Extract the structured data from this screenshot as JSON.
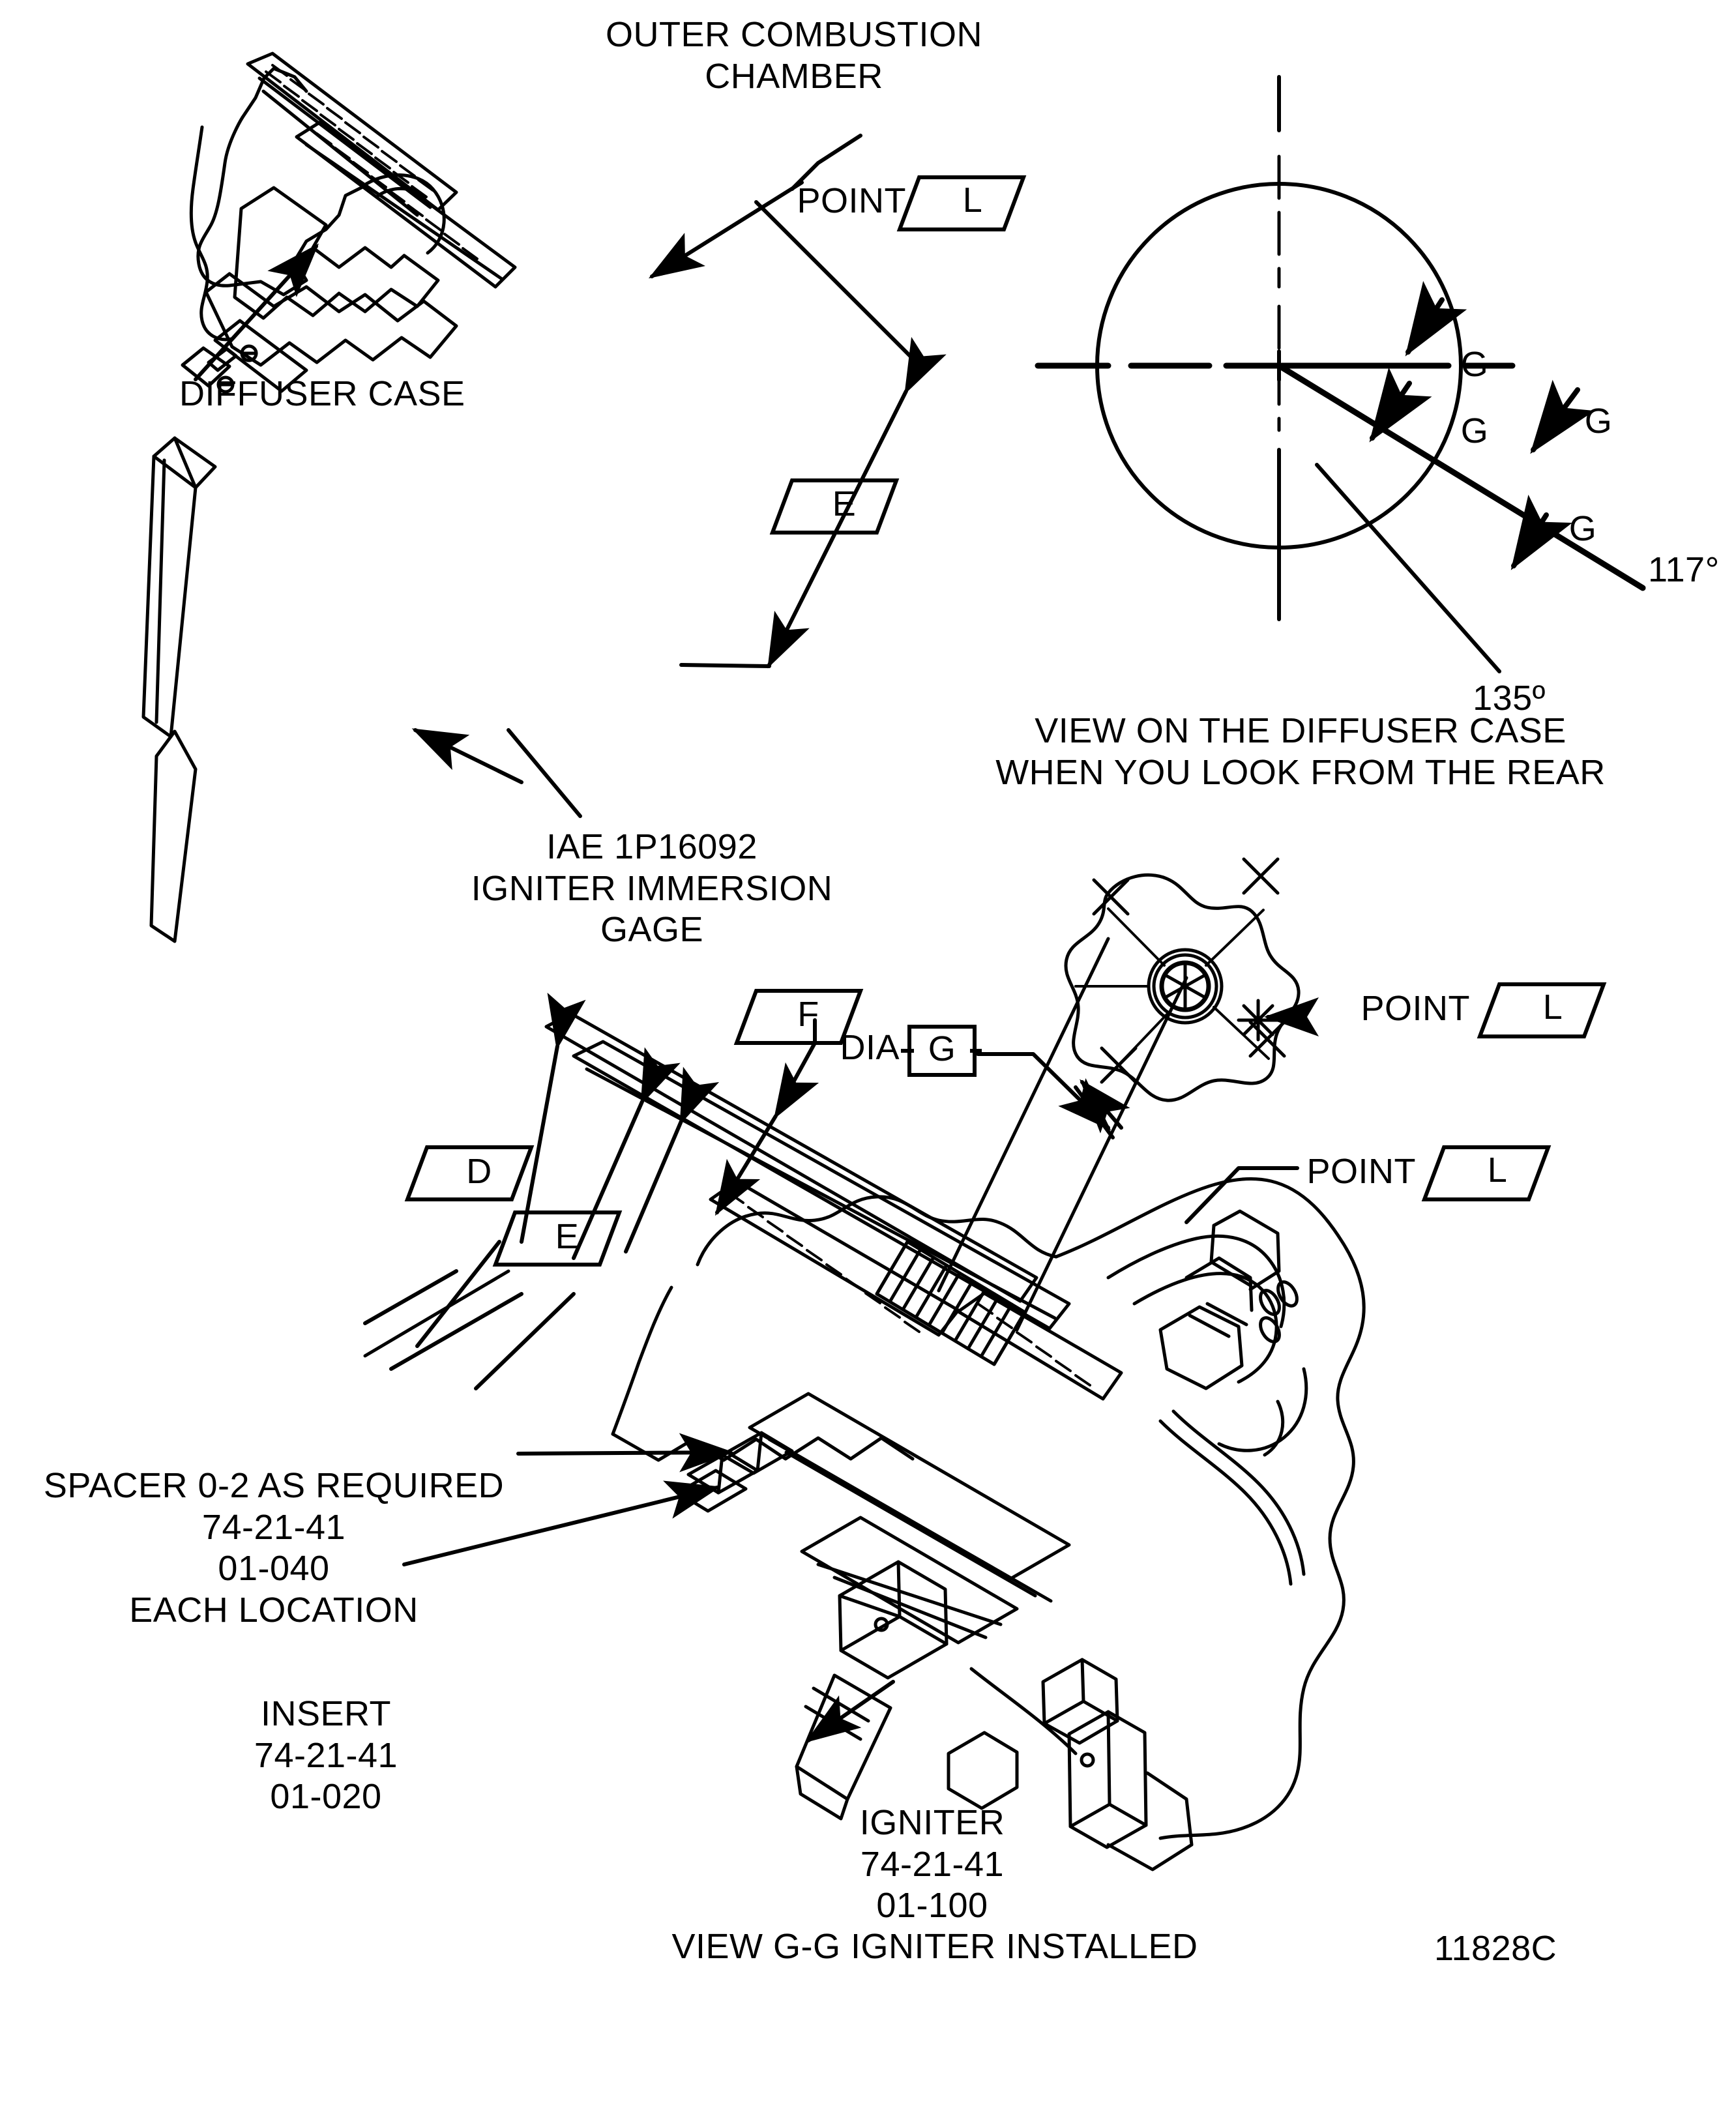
{
  "figure": {
    "reference_number": "11828C",
    "caption_bottom": "VIEW G-G IGNITER INSTALLED"
  },
  "top_view": {
    "labels": {
      "outer_combustion_chamber_line1": "OUTER COMBUSTION",
      "outer_combustion_chamber_line2": "CHAMBER",
      "diffuser_case": "DIFFUSER CASE",
      "point_l_text": "POINT",
      "point_l_flag": "L",
      "dim_e_flag": "E",
      "gage_line1": "IAE 1P16092",
      "gage_line2": "IGNITER IMMERSION",
      "gage_line3": "GAGE"
    }
  },
  "circle_view": {
    "g_labels": [
      "G",
      "G",
      "G",
      "G"
    ],
    "angle_117": "117°",
    "angle_135": "135º",
    "caption_line1": "VIEW ON THE DIFFUSER CASE",
    "caption_line2": "WHEN YOU LOOK FROM THE REAR"
  },
  "bottom_view": {
    "labels": {
      "dim_d_flag": "D",
      "dim_e_flag": "E",
      "dim_f_flag": "F",
      "dia_text": "DIA",
      "dia_g_flag": "G",
      "point_l_upper_text": "POINT",
      "point_l_upper_flag": "L",
      "point_l_lower_text": "POINT",
      "point_l_lower_flag": "L",
      "spacer_line1": "SPACER 0-2 AS REQUIRED",
      "spacer_line2": "74-21-41",
      "spacer_line3": "01-040",
      "spacer_line4": "EACH LOCATION",
      "insert_line1": "INSERT",
      "insert_line2": "74-21-41",
      "insert_line3": "01-020",
      "igniter_line1": "IGNITER",
      "igniter_line2": "74-21-41",
      "igniter_line3": "01-100"
    }
  },
  "colors": {
    "ink": "#000000",
    "paper": "#ffffff"
  }
}
